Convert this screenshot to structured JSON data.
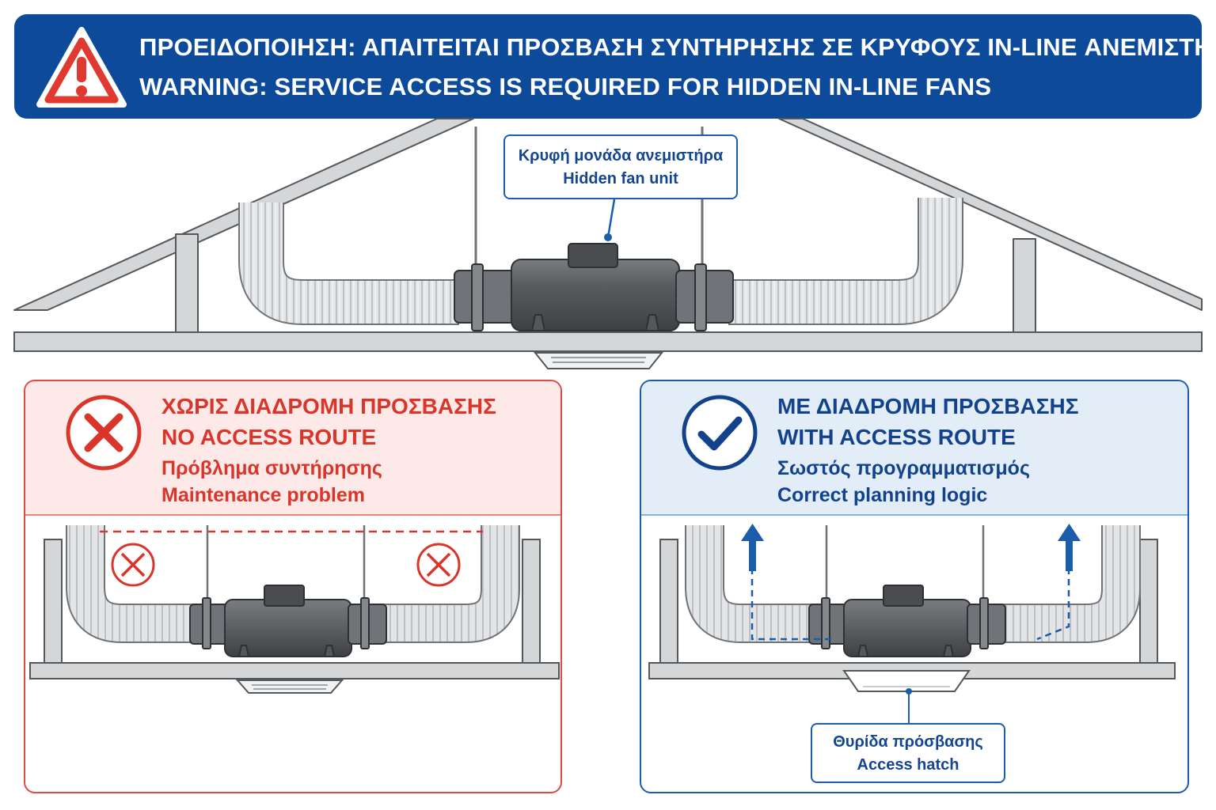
{
  "banner": {
    "icon": "warning-triangle-icon",
    "line_greek": "ΠΡΟΕΙΔΟΠΟΙΗΣΗ: ΑΠΑΙΤΕΙΤΑΙ ΠΡΟΣΒΑΣΗ ΣΥΝΤΗΡΗΣΗΣ ΣΕ ΚΡΥΦΟΥΣ IN-LINE ΑΝΕΜΙΣΤΗΡΕΣ",
    "line_english": "WARNING: SERVICE ACCESS IS REQUIRED FOR HIDDEN IN-LINE FANS",
    "color": "#0d4a9a"
  },
  "top_scene": {
    "callout_greek": "Κρυφή μονάδα ανεμιστήρα",
    "callout_english": "Hidden fan unit"
  },
  "panels": {
    "no_access": {
      "icon": "x-circle-icon",
      "title_greek": "ΧΩΡΙΣ ΔΙΑΔΡΟΜΗ ΠΡΟΣΒΑΣΗΣ",
      "title_english": "NO ACCESS ROUTE",
      "subtitle_greek": "Πρόβλημα συντήρησης",
      "subtitle_english": "Maintenance problem",
      "accent": "#d9352b",
      "blocked_icons": [
        "blocked-circle-icon",
        "blocked-circle-icon"
      ]
    },
    "with_access": {
      "icon": "check-circle-icon",
      "title_greek": "ΜΕ ΔΙΑΔΡΟΜΗ ΠΡΟΣΒΑΣΗΣ",
      "title_english": "WITH ACCESS ROUTE",
      "subtitle_greek": "Σωστός προγραμματισμός",
      "subtitle_english": "Correct planning logic",
      "accent": "#12428c",
      "arrow_icons": [
        "arrow-up-icon",
        "arrow-up-icon"
      ],
      "callout_greek": "Θυρίδα πρόσβασης",
      "callout_english": "Access hatch"
    }
  }
}
